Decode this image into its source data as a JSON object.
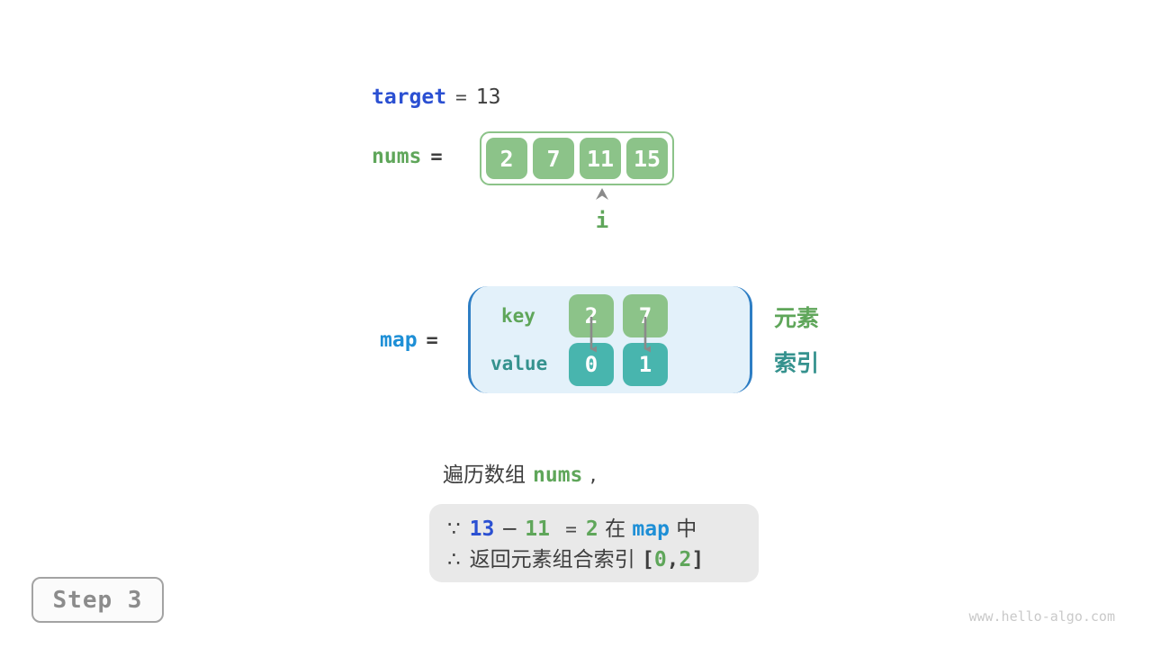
{
  "target": {
    "name": "target",
    "equals": "=",
    "value": "13"
  },
  "nums": {
    "name": "nums",
    "equals": "=",
    "values": [
      "2",
      "7",
      "11",
      "15"
    ],
    "pointer": {
      "icon": "up-arrowhead",
      "label": "i"
    }
  },
  "map": {
    "name": "map",
    "equals": "=",
    "key_label": "key",
    "value_label": "value",
    "keys": [
      "2",
      "7"
    ],
    "values": [
      "0",
      "1"
    ],
    "side_labels": {
      "element": "元素",
      "index": "索引"
    }
  },
  "caption": {
    "prefix": "遍历数组",
    "code": "nums",
    "suffix": ","
  },
  "conclusion": {
    "line1": {
      "because": "∵",
      "target_value": "13",
      "minus": "−",
      "current_value": "11",
      "equals": "=",
      "difference": "2",
      "zai": "在",
      "map_name": "map",
      "zhong": "中"
    },
    "line2": {
      "therefore": "∴",
      "text": "返回元素组合索引",
      "lbracket": "[",
      "index_a": "0",
      "comma": ",",
      "index_b": "2",
      "rbracket": "]"
    }
  },
  "step": {
    "label": "Step 3"
  },
  "watermark": "www.hello-algo.com",
  "colors": {
    "royal_blue": "#2b50d2",
    "azure_blue": "#1e8fd6",
    "green_text": "#5fa65a",
    "teal_text": "#35928e",
    "green_box": "#8cc389",
    "teal_box": "#48b5ae",
    "map_bg": "#e3f1fa",
    "map_border": "#2e7ec4",
    "conclusion_bg": "#e9e9e9",
    "arrow_gray": "#8a8a8a"
  }
}
